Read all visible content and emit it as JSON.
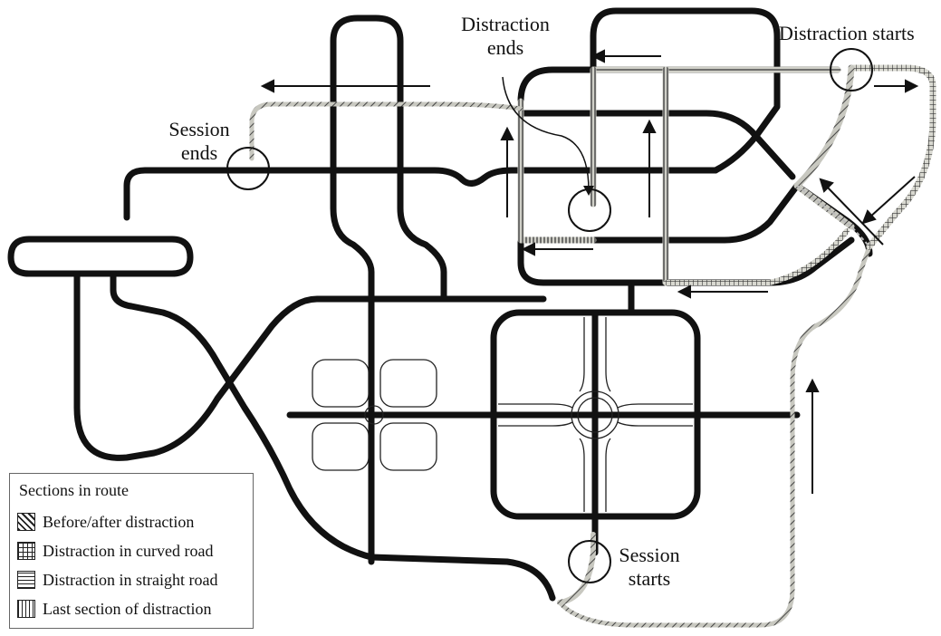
{
  "labels": {
    "distraction_ends": [
      "Distraction",
      "ends"
    ],
    "distraction_starts": "Distraction starts",
    "session_ends": [
      "Session",
      "ends"
    ],
    "session_starts": [
      "Session",
      "starts"
    ]
  },
  "legend": {
    "title": "Sections in route",
    "items": [
      {
        "label": "Before/after distraction",
        "pattern": "diagonal-hatch"
      },
      {
        "label": "Distraction in curved road",
        "pattern": "grid-hatch"
      },
      {
        "label": "Distraction in straight road",
        "pattern": "horizontal-hatch"
      },
      {
        "label": "Last section of distraction",
        "pattern": "vertical-hatch"
      }
    ]
  },
  "colors": {
    "road": "#111111",
    "route": "#a9a9a0",
    "background": "#ffffff"
  }
}
